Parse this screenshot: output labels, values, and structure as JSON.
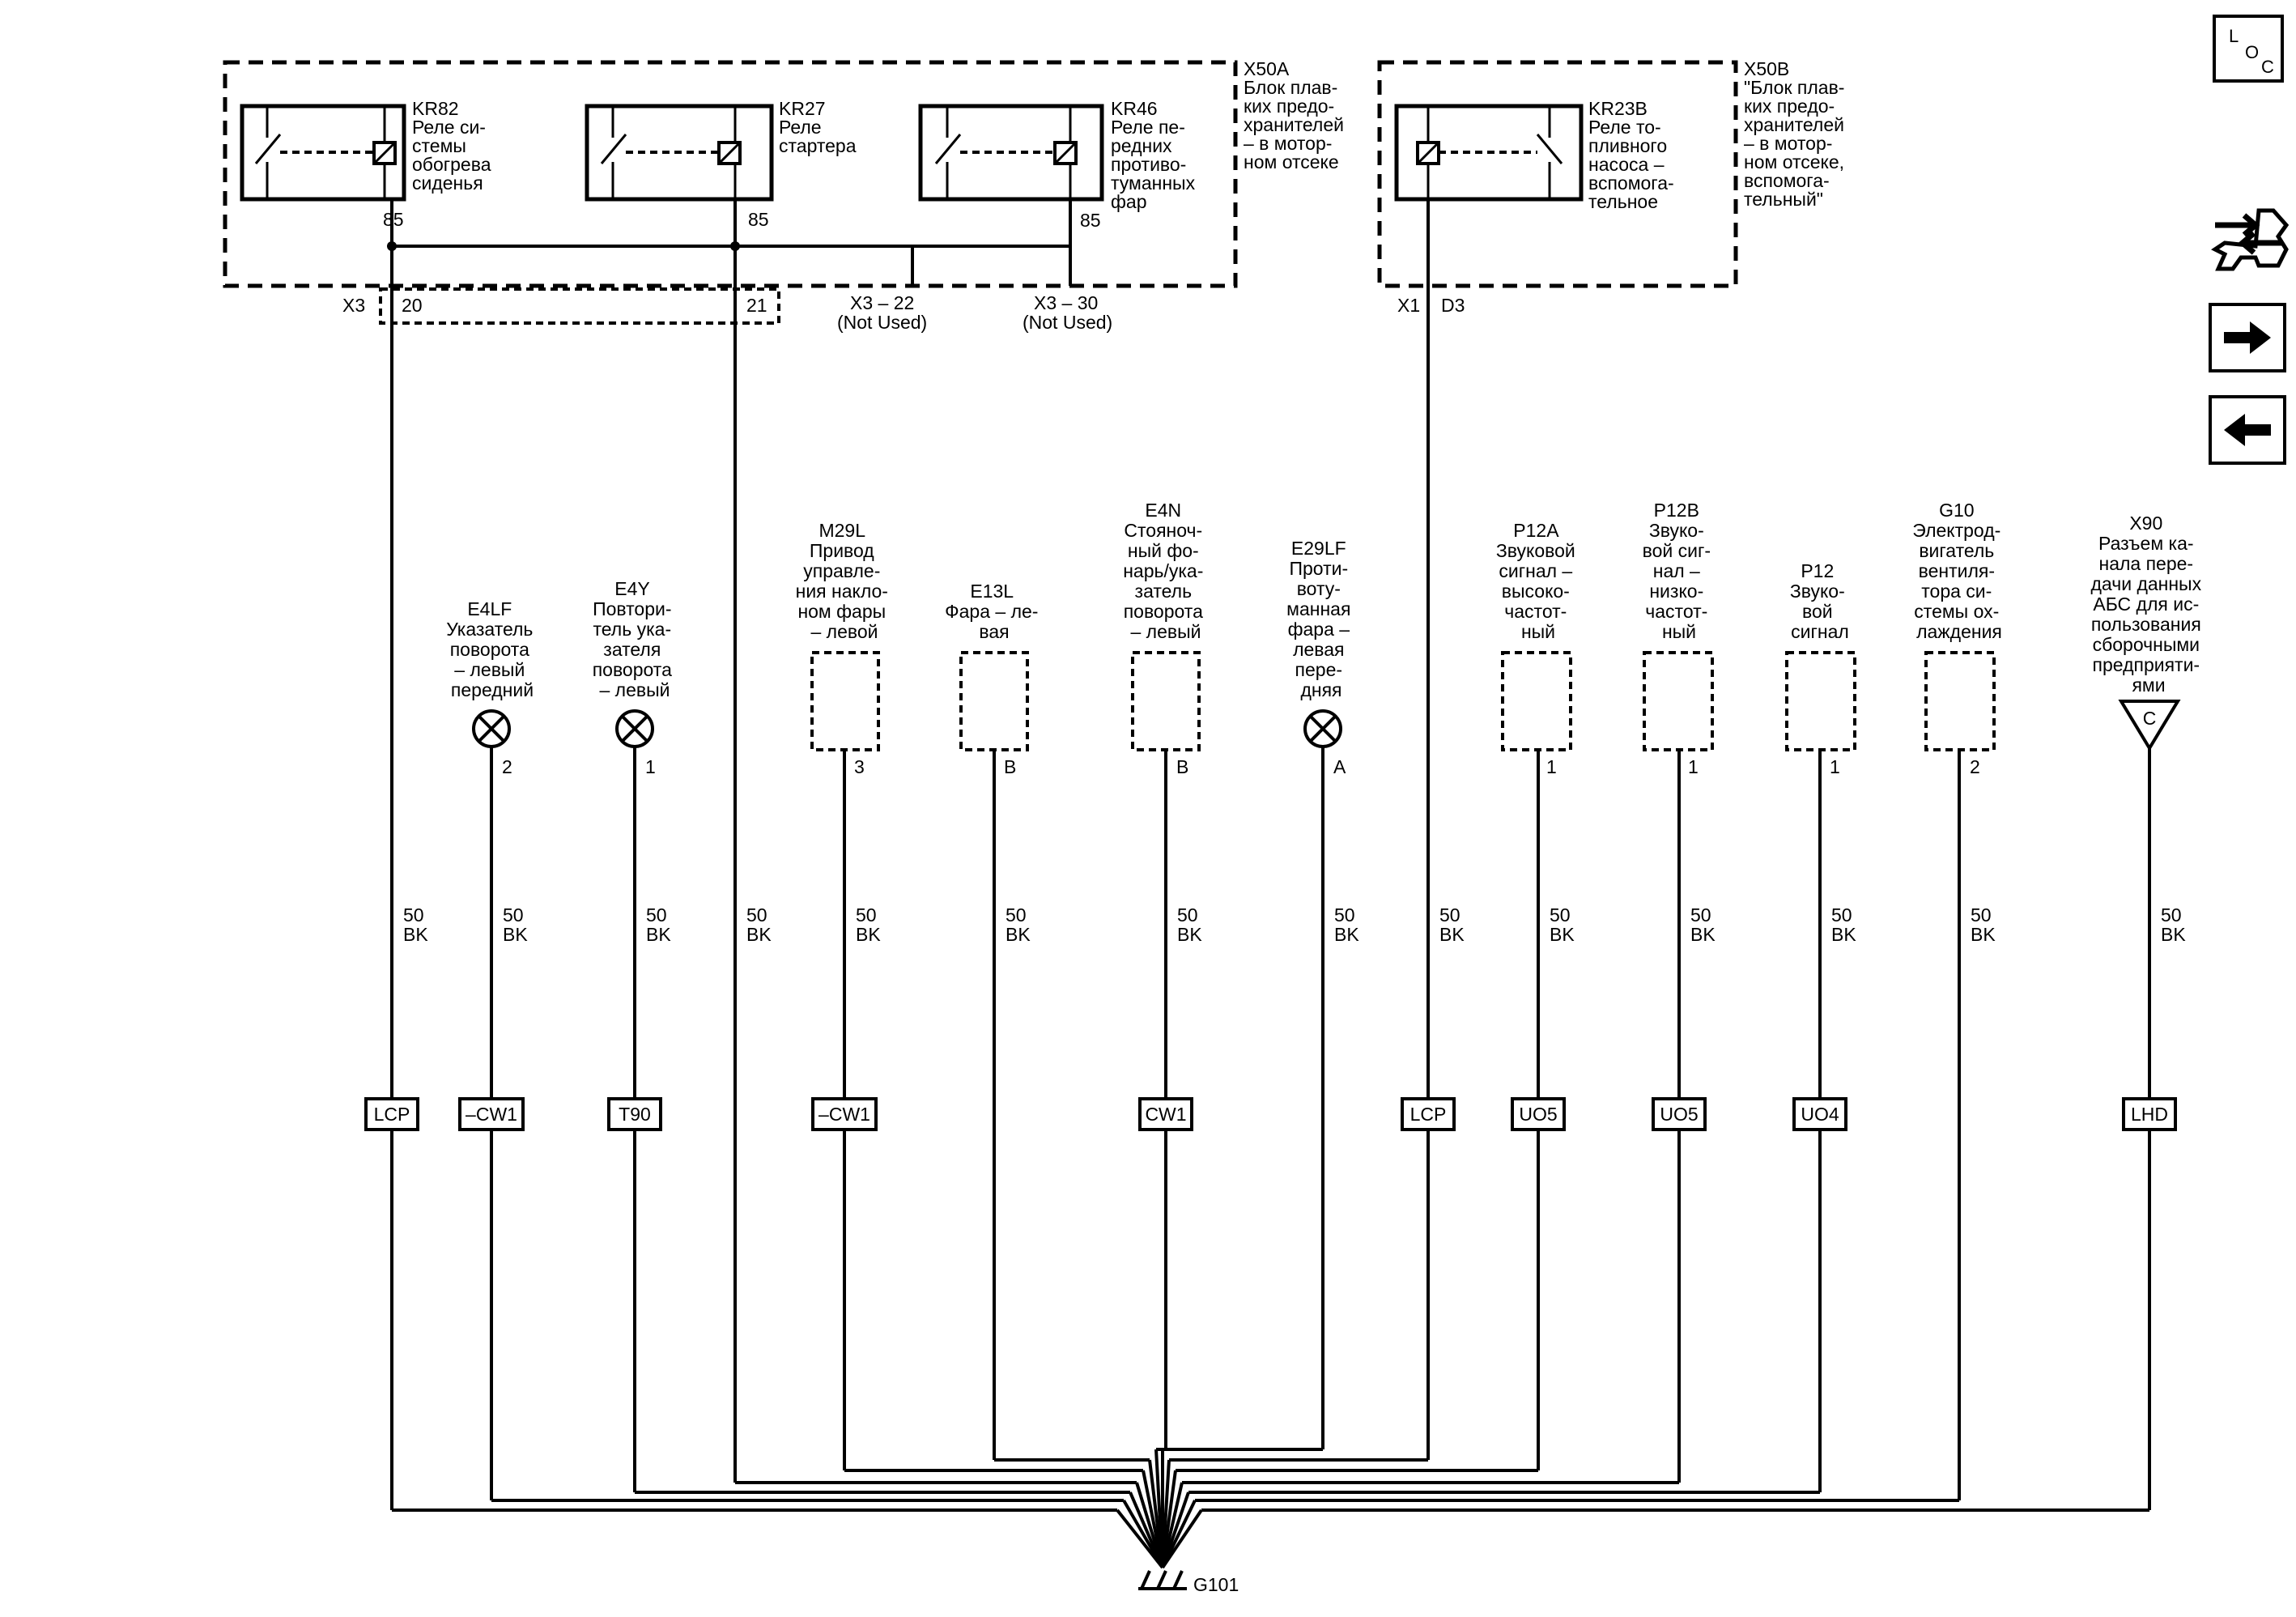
{
  "fuse_blocks": [
    {
      "id": "X50A",
      "lines": [
        "X50A",
        "Блок плав-",
        "ких предо-",
        "хранителей",
        "– в мотор-",
        "ном отсеке"
      ]
    },
    {
      "id": "X50B",
      "lines": [
        "X50B",
        "\"Блок плав-",
        "ких предо-",
        "хранителей",
        "– в мотор-",
        "ном отсеке,",
        "вспомога-",
        "тельный\""
      ]
    }
  ],
  "relays": [
    {
      "id": "KR82",
      "pin": "85",
      "lines": [
        "KR82",
        "Реле си-",
        "стемы",
        "обогрева",
        "сиденья"
      ]
    },
    {
      "id": "KR27",
      "pin": "85",
      "lines": [
        "KR27",
        "Реле",
        "стартера"
      ]
    },
    {
      "id": "KR46",
      "pin": "85",
      "lines": [
        "KR46",
        "Реле пе-",
        "редних",
        "противо-",
        "туманных",
        "фар"
      ]
    },
    {
      "id": "KR23B",
      "pin": "",
      "lines": [
        "KR23B",
        "Реле то-",
        "пливного",
        "насоса –",
        "вспомога-",
        "тельное"
      ]
    }
  ],
  "terminals": {
    "x3": "X3",
    "x3_20": "20",
    "x3_21": "21",
    "x3_22": "X3 – 22",
    "x3_22_note": "(Not Used)",
    "x3_30": "X3 – 30",
    "x3_30_note": "(Not Used)",
    "x1": "X1",
    "x1_d3": "D3"
  },
  "components": [
    {
      "id": "E4LF",
      "type": "lamp",
      "pin": "2",
      "lines": [
        "E4LF",
        "Указатель",
        "поворота",
        "– левый",
        "передний"
      ]
    },
    {
      "id": "E4Y",
      "type": "lamp",
      "pin": "1",
      "lines": [
        "E4Y",
        "Повтори-",
        "тель ука-",
        "зателя",
        "поворота",
        "– левый"
      ]
    },
    {
      "id": "M29L",
      "type": "box",
      "pin": "3",
      "lines": [
        "M29L",
        "Привод",
        "управле-",
        "ния накло-",
        "ном фары",
        "– левой"
      ]
    },
    {
      "id": "E13L",
      "type": "box",
      "pin": "B",
      "lines": [
        "E13L",
        "Фара – ле-",
        "вая"
      ]
    },
    {
      "id": "E4N",
      "type": "box",
      "pin": "B",
      "lines": [
        "E4N",
        "Стояноч-",
        "ный фо-",
        "нарь/ука-",
        "затель",
        "поворота",
        "– левый"
      ]
    },
    {
      "id": "E29LF",
      "type": "lamp",
      "pin": "A",
      "lines": [
        "E29LF",
        "Проти-",
        "воту-",
        "манная",
        "фара –",
        "левая",
        "пере-",
        "дняя"
      ]
    },
    {
      "id": "P12A",
      "type": "box",
      "pin": "1",
      "lines": [
        "P12A",
        "Звуковой",
        "сигнал –",
        "высоко-",
        "частот-",
        "ный"
      ]
    },
    {
      "id": "P12B",
      "type": "box",
      "pin": "1",
      "lines": [
        "P12B",
        "Звуко-",
        "вой сиг-",
        "нал –",
        "низко-",
        "частот-",
        "ный"
      ]
    },
    {
      "id": "P12",
      "type": "box",
      "pin": "1",
      "lines": [
        "P12",
        "Звуко-",
        "вой",
        "сигнал"
      ]
    },
    {
      "id": "G10",
      "type": "box",
      "pin": "2",
      "lines": [
        "G10",
        "Электрод-",
        "вигатель",
        "вентиля-",
        "тора си-",
        "стемы ох-",
        "лаждения"
      ]
    },
    {
      "id": "X90",
      "type": "triangle",
      "pin": "C",
      "lines": [
        "X90",
        "Разъем ка-",
        "нала пере-",
        "дачи данных",
        "АБС для ис-",
        "пользования",
        "сборочными",
        "предприяти-",
        "ями"
      ]
    }
  ],
  "wires": [
    {
      "gauge": "50",
      "color": "BK",
      "option": "LCP"
    },
    {
      "gauge": "50",
      "color": "BK",
      "option": "–CW1"
    },
    {
      "gauge": "50",
      "color": "BK",
      "option": "T90"
    },
    {
      "gauge": "50",
      "color": "BK",
      "option": ""
    },
    {
      "gauge": "50",
      "color": "BK",
      "option": "–CW1"
    },
    {
      "gauge": "50",
      "color": "BK",
      "option": ""
    },
    {
      "gauge": "50",
      "color": "BK",
      "option": "CW1"
    },
    {
      "gauge": "50",
      "color": "BK",
      "option": ""
    },
    {
      "gauge": "50",
      "color": "BK",
      "option": "LCP"
    },
    {
      "gauge": "50",
      "color": "BK",
      "option": "UO5"
    },
    {
      "gauge": "50",
      "color": "BK",
      "option": "UO5"
    },
    {
      "gauge": "50",
      "color": "BK",
      "option": "UO4"
    },
    {
      "gauge": "50",
      "color": "BK",
      "option": ""
    },
    {
      "gauge": "50",
      "color": "BK",
      "option": "LHD"
    }
  ],
  "ground": {
    "id": "G101"
  },
  "nav": {
    "loc_l": "L",
    "loc_o": "O",
    "loc_c": "C",
    "icons": [
      "loc-icon",
      "connector-view-icon",
      "next-page-icon",
      "previous-page-icon"
    ]
  }
}
